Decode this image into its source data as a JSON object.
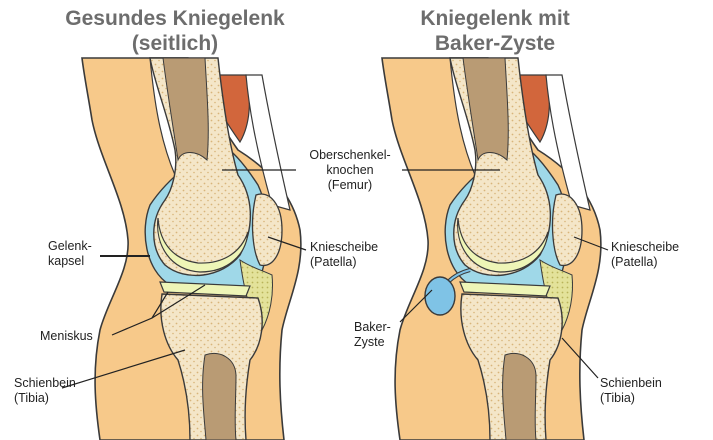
{
  "titles": {
    "left_line1": "Gesundes Kniegelenk",
    "left_line2": "(seitlich)",
    "right_line1": "Kniegelenk mit",
    "right_line2": "Baker-Zyste"
  },
  "labels": {
    "gelenkkapsel_1": "Gelenk-",
    "gelenkkapsel_2": "kapsel",
    "meniskus": "Meniskus",
    "schienbein_left_1": "Schienbein",
    "schienbein_left_2": "(Tibia)",
    "oberschenkel_1": "Oberschenkel-",
    "oberschenkel_2": "knochen",
    "oberschenkel_3": "(Femur)",
    "kniescheibe_left_1": "Kniescheibe",
    "kniescheibe_left_2": "(Patella)",
    "kniescheibe_right_1": "Kniescheibe",
    "kniescheibe_right_2": "(Patella)",
    "baker_1": "Baker-",
    "baker_2": "Zyste",
    "schienbein_right_1": "Schienbein",
    "schienbein_right_2": "(Tibia)"
  },
  "colors": {
    "skin": "#f7c98a",
    "skin_outline": "#3a3a3a",
    "bone_spongy": "#f4e6c8",
    "bone_dots": "#d8b57a",
    "marrow": "#b99b74",
    "cartilage": "#eef5b7",
    "capsule": "#9fd8e8",
    "muscle": "#d2663c",
    "fat_pad": "#e3e29a",
    "cyst": "#7fc3e6",
    "title": "#6d6d6d"
  }
}
